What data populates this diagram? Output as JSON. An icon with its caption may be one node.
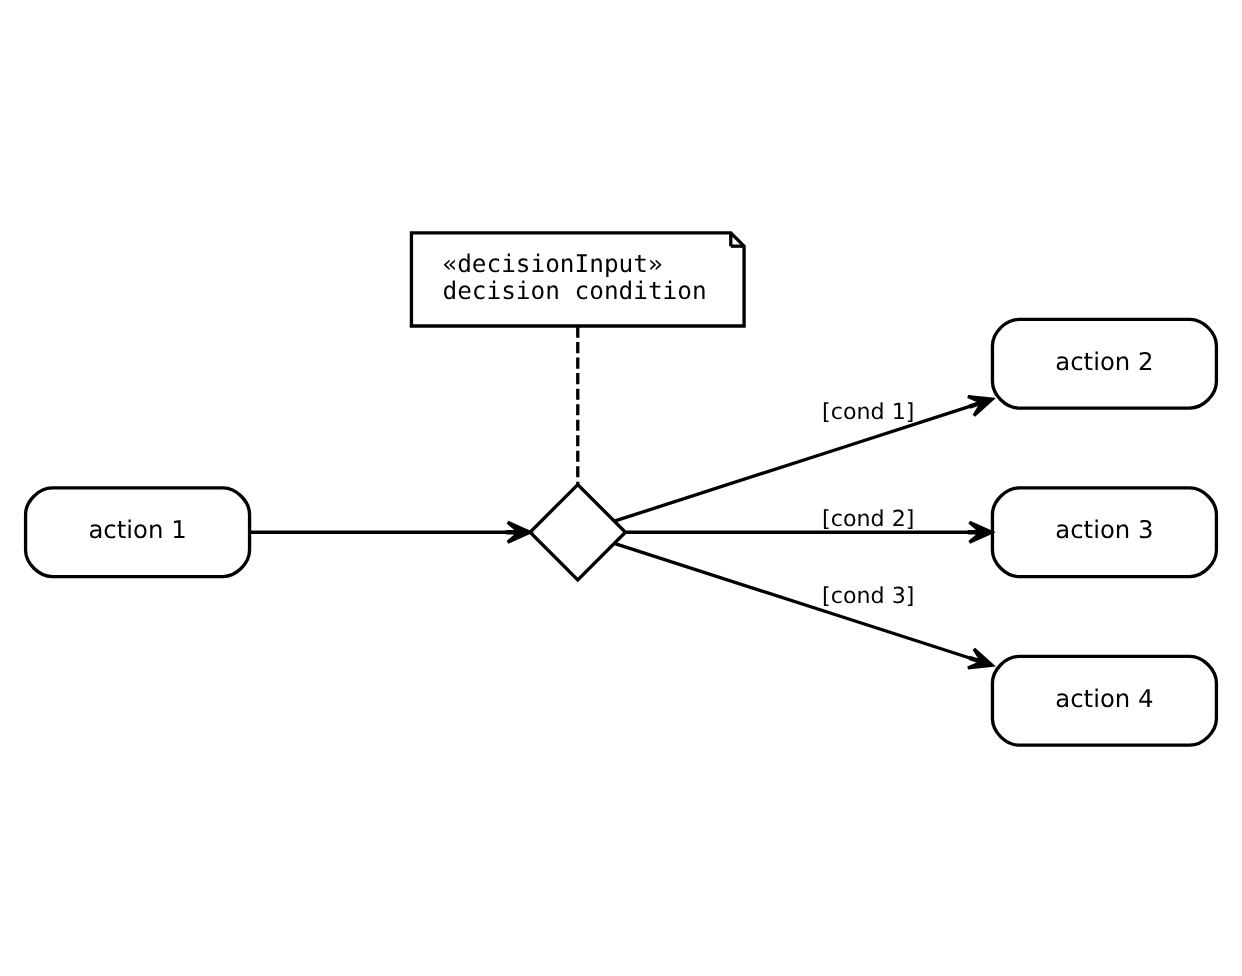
{
  "diagram": {
    "nodes": [
      {
        "text": [
          "«decisionInput»",
          "decision condition"
        ]
      },
      {
        "text": [
          "action 2"
        ]
      },
      {
        "text": [
          "action 1"
        ]
      },
      {
        "text": [],
        "shape": "diamond"
      },
      {
        "text": [
          "action 3"
        ]
      },
      {
        "text": [
          "action 4"
        ]
      }
    ],
    "edges": [
      {
        "from": 2,
        "to": 3,
        "arrow": "to"
      },
      {
        "from": 3,
        "to": 1,
        "arrow": "to",
        "label": "[cond 1]"
      },
      {
        "from": 3,
        "to": 4,
        "arrow": "to",
        "label": "[cond 2]"
      },
      {
        "from": 3,
        "to": 5,
        "arrow": "to",
        "label": "[cond 3]"
      },
      {
        "from": 0,
        "to": 3,
        "arrow": "none",
        "style": "dashed"
      }
    ]
  }
}
